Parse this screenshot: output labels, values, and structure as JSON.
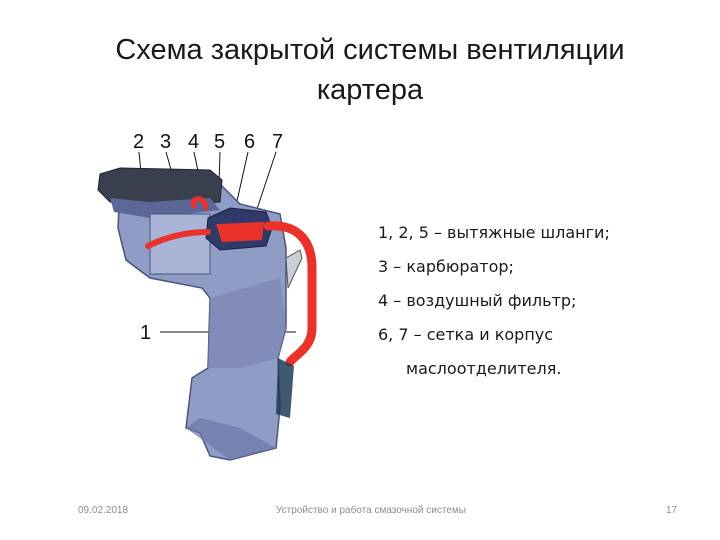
{
  "slide": {
    "title_line1": "Схема закрытой системы вентиляции",
    "title_line2": "картера",
    "callouts": {
      "n2": "2",
      "n3": "3",
      "n4": "4",
      "n5": "5",
      "n6": "6",
      "n7": "7",
      "n1": "1"
    },
    "legend": {
      "line1": "1, 2, 5 – вытяжные шланги;",
      "line2": "3 – карбюратор;",
      "line3": "4 – воздушный фильтр;",
      "line4": "6, 7 – сетка и корпус",
      "line5": "маслоотделителя."
    },
    "footer": {
      "date": "09.02.2018",
      "subject": "Устройство и работа смазочной системы",
      "page": "17"
    }
  },
  "colors": {
    "hose": "#e8322a",
    "engine_body": "#8f9cc4",
    "engine_shade": "#5b6796",
    "filter_dark": "#3a3f4f"
  }
}
